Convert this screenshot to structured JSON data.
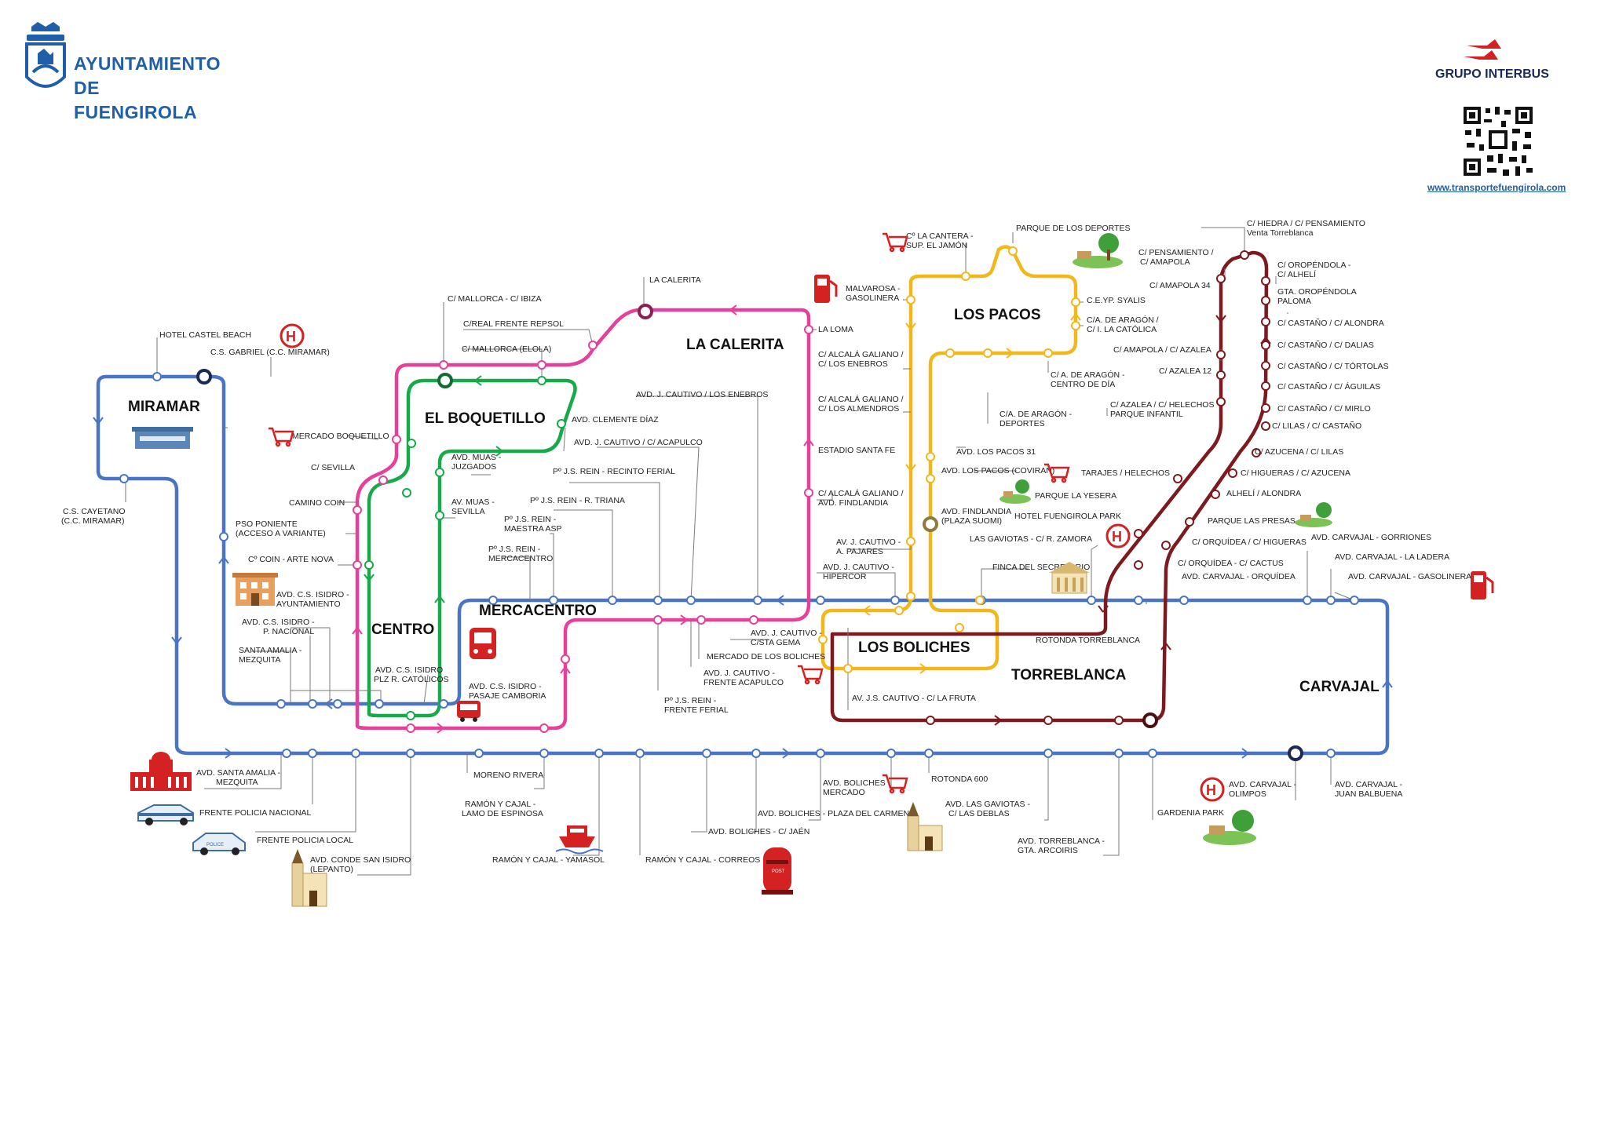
{
  "header": {
    "municipality_name": "AYUNTAMIENTO DE FUENGIROLA",
    "operator_name": "GRUPO INTERBUS",
    "website": "www.transportefuengirola.com"
  },
  "colors": {
    "blue_line": "#4a74c4",
    "pink_line": "#e6409a",
    "green_line": "#18a94a",
    "yellow_line": "#f2b71a",
    "maroon_line": "#7d1a1f",
    "brand_blue": "#1f5faa",
    "brand_red": "#d42121"
  },
  "zones": [
    {
      "id": "miramar",
      "label": "MIRAMAR"
    },
    {
      "id": "boquetillo",
      "label": "EL BOQUETILLO"
    },
    {
      "id": "calerita",
      "label": "LA CALERITA"
    },
    {
      "id": "pacos",
      "label": "LOS PACOS"
    },
    {
      "id": "centro",
      "label": "CENTRO"
    },
    {
      "id": "mercacentro",
      "label": "MERCACENTRO"
    },
    {
      "id": "boliches",
      "label": "LOS BOLICHES"
    },
    {
      "id": "torreblanca",
      "label": "TORREBLANCA"
    },
    {
      "id": "carvajal",
      "label": "CARVAJAL"
    }
  ],
  "stops": [
    {
      "id": "s1",
      "label": "HOTEL CASTEL BEACH"
    },
    {
      "id": "s2",
      "label": "C.S. GABRIEL (C.C. MIRAMAR)"
    },
    {
      "id": "s3",
      "label": "C.S. CAYETANO (C.C. MIRAMAR)"
    },
    {
      "id": "s4",
      "label": "C/ MALLORCA - C/ IBIZA"
    },
    {
      "id": "s5",
      "label": "C/REAL FRENTE REPSOL"
    },
    {
      "id": "s6",
      "label": "C/ MALLORCA (ELOLA)"
    },
    {
      "id": "s7",
      "label": "LA CALERITA"
    },
    {
      "id": "s8",
      "label": "LA LOMA"
    },
    {
      "id": "s9",
      "label": "MERCADO BOQUETILLO"
    },
    {
      "id": "s10",
      "label": "C/ SEVILLA"
    },
    {
      "id": "s11",
      "label": "CAMINO COIN"
    },
    {
      "id": "s12",
      "label": "PSO PONIENTE (ACCESO A VARIANTE)"
    },
    {
      "id": "s13",
      "label": "Cº COIN - ARTE NOVA"
    },
    {
      "id": "s14",
      "label": "AVD. C.S. ISIDRO - AYUNTAMIENTO"
    },
    {
      "id": "s15",
      "label": "AVD. C.S. ISIDRO - P. NACIONAL"
    },
    {
      "id": "s16",
      "label": "SANTA AMALIA - MEZQUITA"
    },
    {
      "id": "s17",
      "label": "AVD. C.S. ISIDRO PLZ R. CATÓLICOS"
    },
    {
      "id": "s18",
      "label": "AVD. C.S. ISIDRO - PASAJE CAMBORIA"
    },
    {
      "id": "s19",
      "label": "AVD. MUAS - JUZGADOS"
    },
    {
      "id": "s20",
      "label": "AV. MUAS - SEVILLA"
    },
    {
      "id": "s21",
      "label": "AVD. CLEMENTE DÍAZ"
    },
    {
      "id": "s22",
      "label": "AVD. J. CAUTIVO / LOS ENEBROS"
    },
    {
      "id": "s23",
      "label": "AVD. J. CAUTIVO / C/ ACAPULCO"
    },
    {
      "id": "s24",
      "label": "Pº J.S. REIN - RECINTO FERIAL"
    },
    {
      "id": "s25",
      "label": "Pº J.S. REIN - R. TRIANA"
    },
    {
      "id": "s26",
      "label": "Pº J.S. REIN - MAESTRA ASP"
    },
    {
      "id": "s27",
      "label": "Pº J.S. REIN - MERCACENTRO"
    },
    {
      "id": "s28",
      "label": "AVD. J. CAUTIVO C/STA GEMA"
    },
    {
      "id": "s29",
      "label": "MERCADO DE LOS BOLICHES"
    },
    {
      "id": "s30",
      "label": "AVD. J. CAUTIVO - FRENTE ACAPULCO"
    },
    {
      "id": "s31",
      "label": "Pº J.S. REIN - FRENTE FERIAL"
    },
    {
      "id": "s32",
      "label": "Cº LA CANTERA - SUP. EL JAMÓN"
    },
    {
      "id": "s33",
      "label": "PARQUE DE LOS DEPORTES"
    },
    {
      "id": "s34",
      "label": "MALVAROSA - GASOLINERA"
    },
    {
      "id": "s35",
      "label": "C/ ALCALÁ GALIANO / C/ LOS ENEBROS"
    },
    {
      "id": "s36",
      "label": "C/ ALCALÁ GALIANO / C/ LOS ALMENDROS"
    },
    {
      "id": "s37",
      "label": "ESTADIO SANTA FE"
    },
    {
      "id": "s38",
      "label": "C/ ALCALÁ GALIANO / AVD. FINDLANDIA"
    },
    {
      "id": "s39",
      "label": "AV. J. CAUTIVO - A. PAJARES"
    },
    {
      "id": "s40",
      "label": "AVD. J. CAUTIVO - HIPERCOR"
    },
    {
      "id": "s41",
      "label": "C.E.YP. SYALIS"
    },
    {
      "id": "s42",
      "label": "C/ A. DE ARAGÓN / C/ I. LA CATÓLICA"
    },
    {
      "id": "s43",
      "label": "C/ A. DE ARAGÓN - CENTRO DE DÍA"
    },
    {
      "id": "s44",
      "label": "C/ A. DE ARAGÓN - DEPORTES"
    },
    {
      "id": "s45",
      "label": "AVD. LOS PACOS 31"
    },
    {
      "id": "s46",
      "label": "AVD. LOS PACOS (COVIRAN)"
    },
    {
      "id": "s47",
      "label": "AVD. FINDLANDIA (PLAZA SUOMI)"
    },
    {
      "id": "s48",
      "label": "LAS GAVIOTAS - C/ R. ZAMORA"
    },
    {
      "id": "s49",
      "label": "FINCA DEL SECRETARIO"
    },
    {
      "id": "s50",
      "label": "PARQUE LA YESERA"
    },
    {
      "id": "s51",
      "label": "HOTEL FUENGIROLA PARK"
    },
    {
      "id": "s52",
      "label": "ROTONDA TORREBLANCA"
    },
    {
      "id": "s53",
      "label": "AV. J.S. CAUTIVO - C/ LA FRUTA"
    },
    {
      "id": "s54",
      "label": "C/ HIEDRA / C/ PENSAMIENTO Venta Torreblanca"
    },
    {
      "id": "s55",
      "label": "C/ PENSAMIENTO / C/ AMAPOLA"
    },
    {
      "id": "s56",
      "label": "C/ AMAPOLA 34"
    },
    {
      "id": "s57",
      "label": "C/ OROPÉNDOLA - C/ ALHELÍ"
    },
    {
      "id": "s58",
      "label": "GTA. OROPÉNDOLA PALOMA"
    },
    {
      "id": "s59",
      "label": "C/ CASTAÑO / C/ ALONDRA"
    },
    {
      "id": "s60",
      "label": "C/ AMAPOLA / C/ AZALEA"
    },
    {
      "id": "s61",
      "label": "C/ CASTAÑO / C/ DALIAS"
    },
    {
      "id": "s62",
      "label": "C/ AZALEA 12"
    },
    {
      "id": "s63",
      "label": "C/ CASTAÑO / C/ TÓRTOLAS"
    },
    {
      "id": "s64",
      "label": "C/ CASTAÑO / C/ ÁGUILAS"
    },
    {
      "id": "s65",
      "label": "C/ AZALEA / C/ HELECHOS PARQUE INFANTIL"
    },
    {
      "id": "s66",
      "label": "C/ CASTAÑO / C/ MIRLO"
    },
    {
      "id": "s67",
      "label": "C/ LILAS / C/ CASTAÑO"
    },
    {
      "id": "s68",
      "label": "C/ AZUCENA / C/ LILAS"
    },
    {
      "id": "s69",
      "label": "TARAJES / HELECHOS"
    },
    {
      "id": "s70",
      "label": "C/ HIGUERAS / C/ AZUCENA"
    },
    {
      "id": "s71",
      "label": "ALHELÍ / ALONDRA"
    },
    {
      "id": "s72",
      "label": "PARQUE LAS PRESAS"
    },
    {
      "id": "s73",
      "label": "C/ ORQUÍDEA / C/ HIGUERAS"
    },
    {
      "id": "s74",
      "label": "C/ ORQUÍDEA - C/ CACTUS"
    },
    {
      "id": "s75",
      "label": "AVD. CARVAJAL - GORRIONES"
    },
    {
      "id": "s76",
      "label": "AVD. CARVAJAL - LA LADERA"
    },
    {
      "id": "s77",
      "label": "AVD. CARVAJAL - ORQUÍDEA"
    },
    {
      "id": "s78",
      "label": "AVD. CARVAJAL - GASOLINERA"
    },
    {
      "id": "s79",
      "label": "AVD. SANTA AMALIA - MEZQUITA"
    },
    {
      "id": "s80",
      "label": "FRENTE POLICIA NACIONAL"
    },
    {
      "id": "s81",
      "label": "FRENTE POLICIA LOCAL"
    },
    {
      "id": "s82",
      "label": "AVD. CONDE SAN ISIDRO (LEPANTO)"
    },
    {
      "id": "s83",
      "label": "MORENO RIVERA"
    },
    {
      "id": "s84",
      "label": "RAMÓN Y CAJAL - LAMO DE ESPINOSA"
    },
    {
      "id": "s85",
      "label": "RAMÓN Y CAJAL - YAMASOL"
    },
    {
      "id": "s86",
      "label": "RAMÓN Y CAJAL - CORREOS"
    },
    {
      "id": "s87",
      "label": "AVD. BOLICHES - C/ JAÉN"
    },
    {
      "id": "s88",
      "label": "AVD. BOLICHES - PLAZA DEL CARMEN"
    },
    {
      "id": "s89",
      "label": "AVD. BOLICHES MERCADO"
    },
    {
      "id": "s90",
      "label": "ROTONDA 600"
    },
    {
      "id": "s91",
      "label": "AVD. LAS GAVIOTAS - C/ LAS DEBLAS"
    },
    {
      "id": "s92",
      "label": "AVD. TORREBLANCA - GTA. ARCOIRIS"
    },
    {
      "id": "s93",
      "label": "GARDENIA PARK"
    },
    {
      "id": "s94",
      "label": "AVD. CARVAJAL - OLIMPOS"
    },
    {
      "id": "s95",
      "label": "AVD. CARVAJAL - JUAN BALBUENA"
    }
  ],
  "legend_icons": [
    {
      "id": "hospital",
      "icon": "hospital-icon",
      "symbol": "H"
    },
    {
      "id": "post",
      "label": "POST"
    },
    {
      "id": "police",
      "label": "POLICE"
    }
  ]
}
